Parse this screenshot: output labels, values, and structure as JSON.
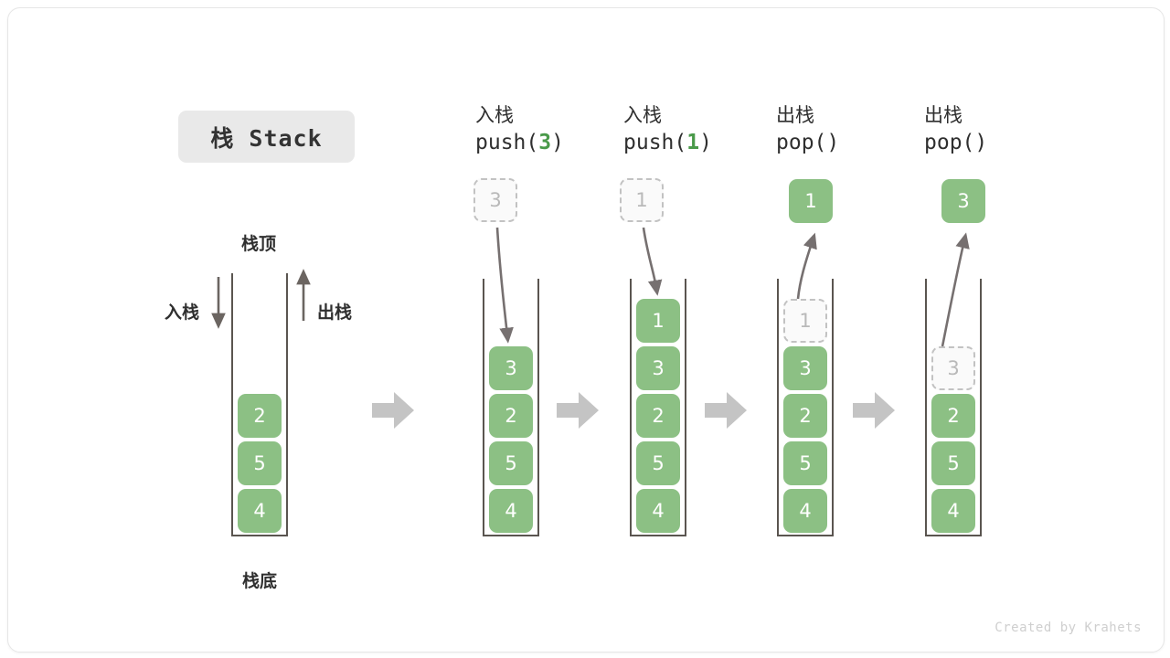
{
  "figure": {
    "title_chip": "栈 Stack",
    "watermark": "Created by Krahets",
    "accent_green": "#8cc084",
    "accent_green_text": "#4a9a4a",
    "ghost_border": "#c2c2c2",
    "wall_color": "#5a5550",
    "separator_color": "#c4c4c4"
  },
  "legend": {
    "top_label": "栈顶",
    "bottom_label": "栈底",
    "push_label": "入栈",
    "pop_label": "出栈"
  },
  "stages": [
    {
      "id": "initial",
      "head_cn": "",
      "head_fn_pre": "",
      "head_fn_arg": "",
      "head_fn_post": "",
      "cells": [
        {
          "value": "2",
          "state": "solid"
        },
        {
          "value": "5",
          "state": "solid"
        },
        {
          "value": "4",
          "state": "solid"
        }
      ],
      "float_cell": null
    },
    {
      "id": "push-3",
      "head_cn": "入栈",
      "head_fn_pre": "push(",
      "head_fn_arg": "3",
      "head_fn_post": ")",
      "cells": [
        {
          "value": "3",
          "state": "solid"
        },
        {
          "value": "2",
          "state": "solid"
        },
        {
          "value": "5",
          "state": "solid"
        },
        {
          "value": "4",
          "state": "solid"
        }
      ],
      "float_cell": {
        "value": "3",
        "state": "ghost"
      }
    },
    {
      "id": "push-1",
      "head_cn": "入栈",
      "head_fn_pre": "push(",
      "head_fn_arg": "1",
      "head_fn_post": ")",
      "cells": [
        {
          "value": "1",
          "state": "solid"
        },
        {
          "value": "3",
          "state": "solid"
        },
        {
          "value": "2",
          "state": "solid"
        },
        {
          "value": "5",
          "state": "solid"
        },
        {
          "value": "4",
          "state": "solid"
        }
      ],
      "float_cell": {
        "value": "1",
        "state": "ghost"
      }
    },
    {
      "id": "pop-1",
      "head_cn": "出栈",
      "head_fn_pre": "pop(",
      "head_fn_arg": "",
      "head_fn_post": ")",
      "cells": [
        {
          "value": "1",
          "state": "ghost"
        },
        {
          "value": "3",
          "state": "solid"
        },
        {
          "value": "2",
          "state": "solid"
        },
        {
          "value": "5",
          "state": "solid"
        },
        {
          "value": "4",
          "state": "solid"
        }
      ],
      "float_cell": {
        "value": "1",
        "state": "solid"
      }
    },
    {
      "id": "pop-2",
      "head_cn": "出栈",
      "head_fn_pre": "pop(",
      "head_fn_arg": "",
      "head_fn_post": ")",
      "cells": [
        {
          "value": "3",
          "state": "ghost"
        },
        {
          "value": "2",
          "state": "solid"
        },
        {
          "value": "5",
          "state": "solid"
        },
        {
          "value": "4",
          "state": "solid"
        }
      ],
      "float_cell": {
        "value": "3",
        "state": "solid"
      }
    }
  ]
}
